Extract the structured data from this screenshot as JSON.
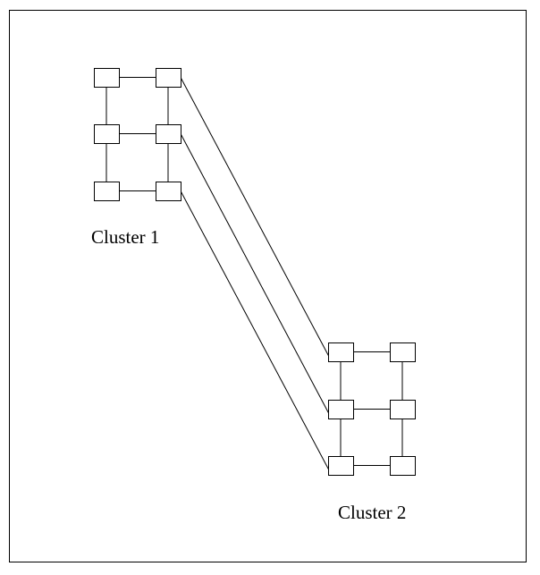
{
  "diagram": {
    "clusters": [
      {
        "id": "cluster-1",
        "label": "Cluster 1",
        "rows": 3,
        "cols": 2
      },
      {
        "id": "cluster-2",
        "label": "Cluster 2",
        "rows": 3,
        "cols": 2
      }
    ],
    "links": [
      {
        "from": "cluster-1.r0c1",
        "to": "cluster-2.r0c0"
      },
      {
        "from": "cluster-1.r1c1",
        "to": "cluster-2.r1c0"
      },
      {
        "from": "cluster-1.r2c1",
        "to": "cluster-2.r2c0"
      }
    ],
    "colors": {
      "stroke": "#000000",
      "node_fill": "#ffffff",
      "background": "#ffffff"
    }
  }
}
